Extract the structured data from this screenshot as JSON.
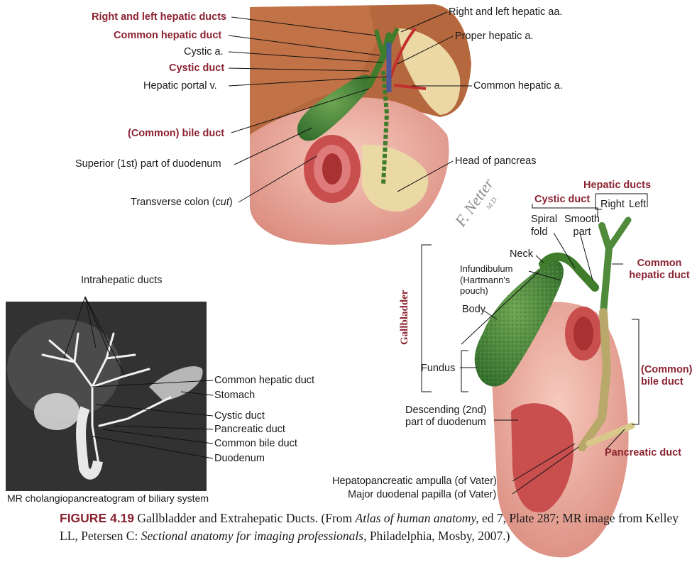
{
  "top_panel": {
    "labels": {
      "right_left_hepatic_ducts": "Right and left hepatic ducts",
      "common_hepatic_duct": "Common hepatic duct",
      "cystic_artery": "Cystic a.",
      "cystic_duct": "Cystic duct",
      "hepatic_portal_vein": "Hepatic portal v.",
      "common_bile_duct": "(Common) bile duct",
      "superior_duodenum": "Superior (1st) part of duodenum",
      "transverse_colon_main": "Transverse colon (",
      "transverse_colon_cut": "cut",
      "transverse_colon_close": ")",
      "right_left_hepatic_arteries": "Right and left hepatic aa.",
      "proper_hepatic_artery": "Proper hepatic a.",
      "common_hepatic_artery": "Common hepatic a.",
      "head_of_pancreas": "Head of pancreas"
    }
  },
  "mrcp_panel": {
    "labels": {
      "intrahepatic_ducts": "Intrahepatic ducts",
      "common_hepatic_duct": "Common hepatic duct",
      "stomach": "Stomach",
      "cystic_duct": "Cystic duct",
      "pancreatic_duct": "Pancreatic duct",
      "common_bile_duct": "Common bile duct",
      "duodenum": "Duodenum"
    },
    "caption": "MR cholangiopancreatogram of biliary system"
  },
  "detail_panel": {
    "labels": {
      "hepatic_ducts": "Hepatic ducts",
      "cystic_duct": "Cystic duct",
      "right": "Right",
      "left": "Left",
      "spiral_fold": "Spiral fold",
      "smooth_part": "Smooth part",
      "neck": "Neck",
      "infundibulum": "Infundibulum (Hartmann's pouch)",
      "body": "Body",
      "fundus": "Fundus",
      "gallbladder": "Gallbladder",
      "common_hepatic_duct": "Common hepatic duct",
      "common_bile_duct": "(Common) bile duct",
      "descending_duodenum": "Descending (2nd) part of duodenum",
      "pancreatic_duct": "Pancreatic duct",
      "hepatopancreatic_ampulla": "Hepatopancreatic ampulla (of Vater)",
      "major_duodenal_papilla": "Major duodenal papilla (of Vater)"
    },
    "signature": "F. Netter M.D."
  },
  "caption": {
    "figure_number": "FIGURE 4.19",
    "title": " Gallbladder and Extrahepatic Ducts.  (From ",
    "atlas_title": "Atlas of human anatomy,",
    "atlas_rest": " ed 7, Plate 287; MR image from Kelley LL, Petersen C: ",
    "book_title": "Sectional anatomy for imaging professionals,",
    "book_rest": " Philadelphia, Mosby, 2007.)"
  },
  "colors": {
    "label_red": "#8b2331",
    "bile_green": "#4f8b3a",
    "tissue_pink": "#e8a79a",
    "liver_brown": "#b5673d"
  }
}
